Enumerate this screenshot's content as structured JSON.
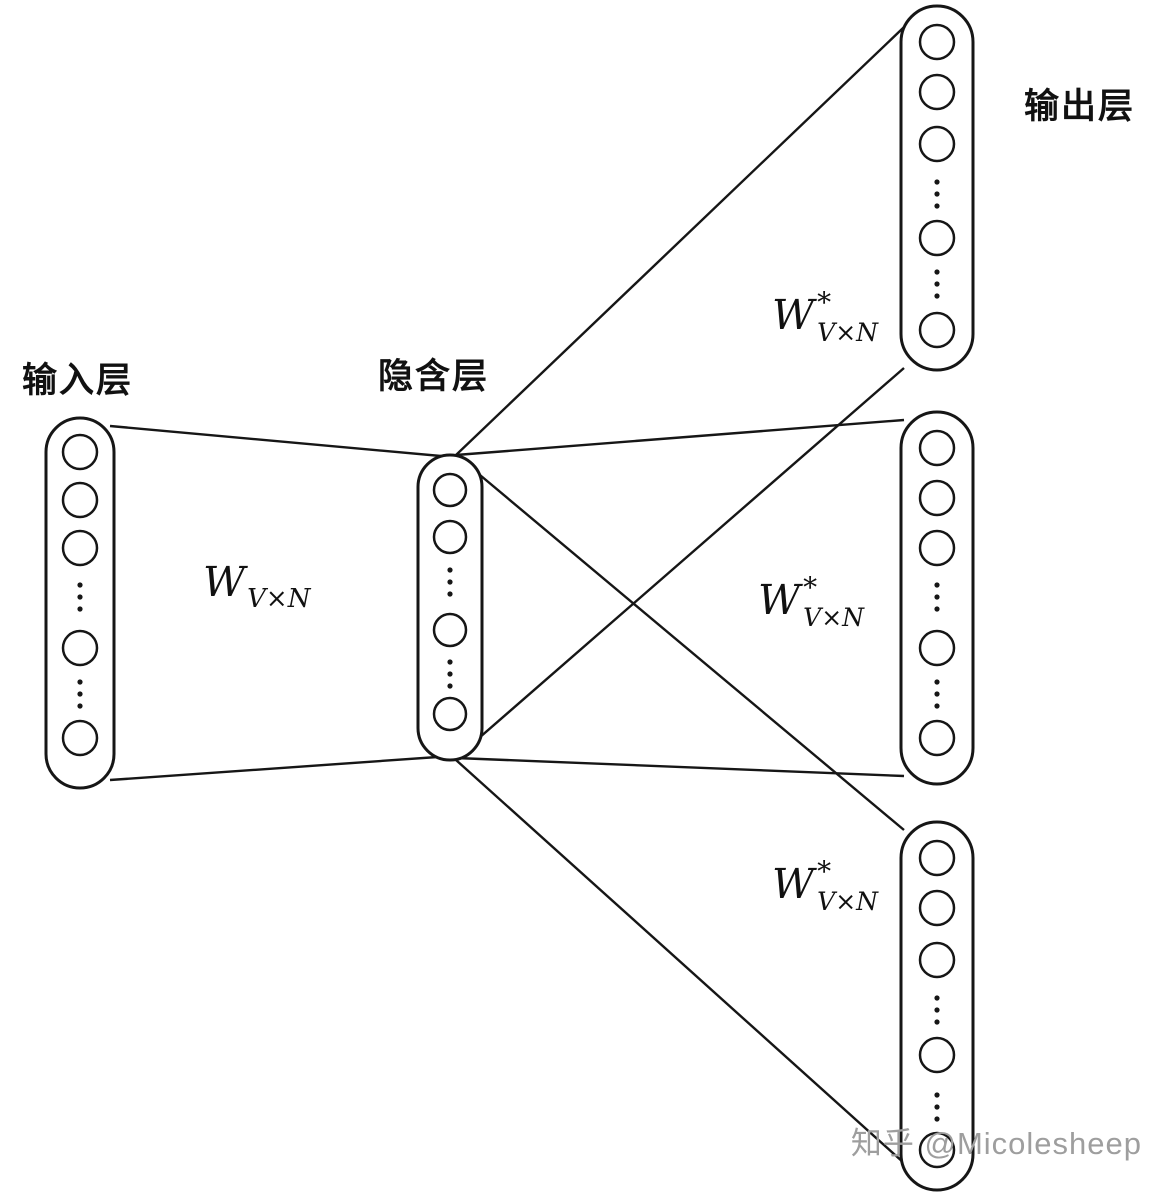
{
  "diagram": {
    "labels": {
      "input_layer": "输入层",
      "hidden_layer": "隐含层",
      "output_layer": "输出层"
    },
    "weights": {
      "input_hidden": {
        "base": "W",
        "sub": "V×N"
      },
      "hidden_output": {
        "base": "W",
        "sup": "*",
        "sub": "V×N"
      }
    },
    "colors": {
      "stroke": "#161616",
      "background": "#ffffff",
      "watermark": "#9e9e9e"
    },
    "watermark": "知乎 @Micolesheep"
  }
}
